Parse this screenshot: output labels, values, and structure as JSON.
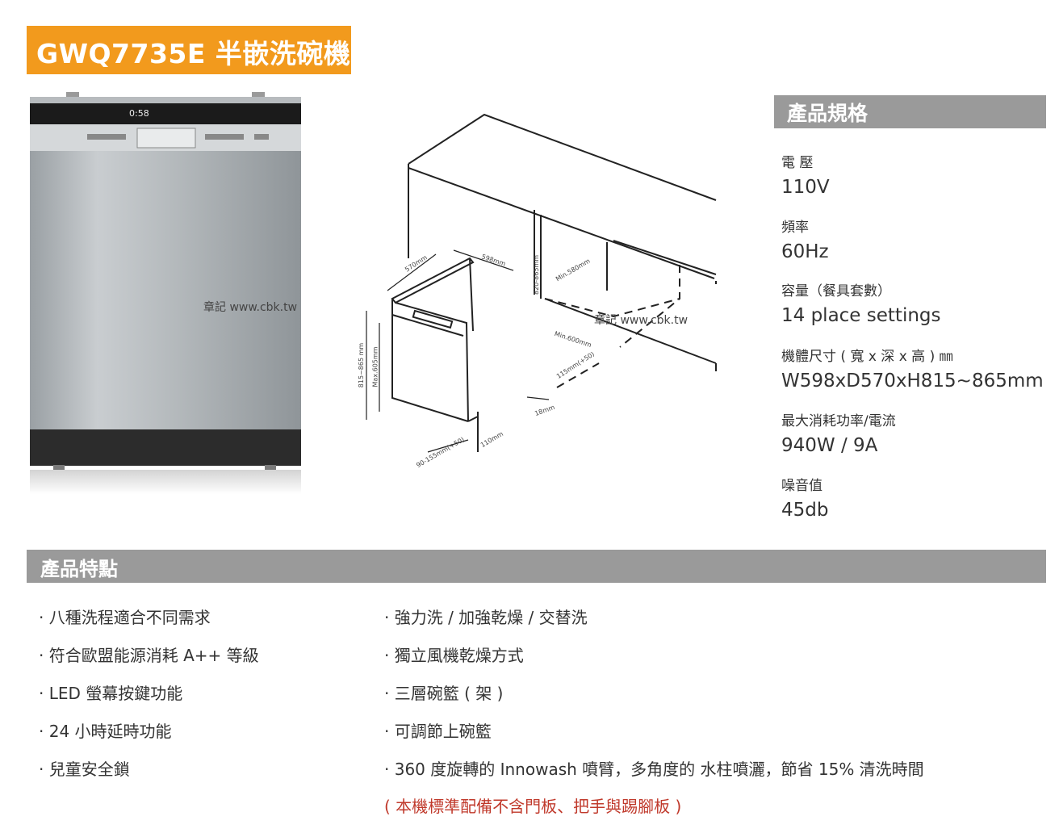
{
  "title": "GWQ7735E 半嵌洗碗機",
  "display": {
    "readout": "0:58"
  },
  "watermarks": [
    "章記 www.cbk.tw",
    "章記 www.cbk.tw"
  ],
  "diagram_labels": {
    "depth": "570mm",
    "width": "598mm",
    "cabinet_height": "820-865mm",
    "min_depth": "Min.580mm",
    "min_width": "Min.600mm",
    "height_range": "815~865 mm",
    "max_door": "Max.605mm",
    "gap_a": "115mm(+50)",
    "gap_b": "18mm",
    "plinth": "90-155mm(+50)",
    "plinth_b": "110mm"
  },
  "specs": {
    "heading": "產品規格",
    "items": [
      {
        "label": "電 壓",
        "value": "110V"
      },
      {
        "label": "頻率",
        "value": "60Hz"
      },
      {
        "label": "容量（餐具套數）",
        "value": "14 place settings"
      },
      {
        "label": "機體尺寸 ( 寬 x 深 x 高 ) ㎜",
        "value": "W598xD570xH815~865mm"
      },
      {
        "label": "最大消耗功率/電流",
        "value": "940W / 9A"
      },
      {
        "label": "噪音值",
        "value": "45db"
      }
    ]
  },
  "features": {
    "heading": "產品特點",
    "left": [
      "· 八種洗程適合不同需求",
      "· 符合歐盟能源消耗 A++ 等級",
      "· LED 螢幕按鍵功能",
      "· 24 小時延時功能",
      "· 兒童安全鎖"
    ],
    "right": [
      "· 強力洗 / 加強乾燥 / 交替洗",
      "· 獨立風機乾燥方式",
      "· 三層碗籃 ( 架 )",
      "· 可調節上碗籃",
      "· 360 度旋轉的 Innowash 噴臂，多角度的  水柱噴灑，節省 15% 清洗時間"
    ],
    "note": "( 本機標準配備不含門板、把手與踢腳板 )"
  },
  "colors": {
    "accent": "#f29a1d",
    "bar": "#9a9a9a",
    "note": "#c0392b"
  }
}
